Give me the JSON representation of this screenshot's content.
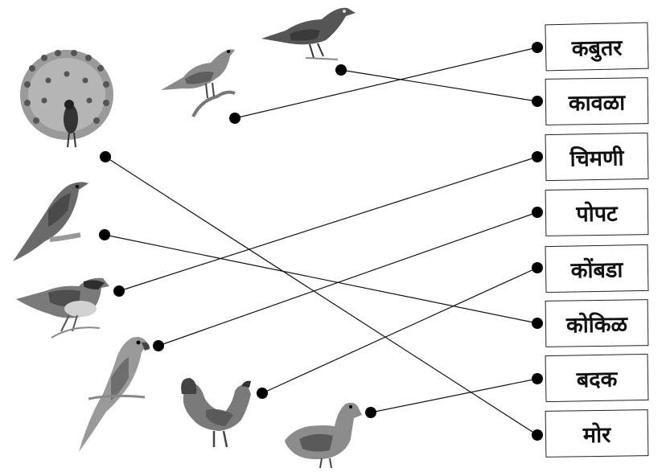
{
  "worksheet": {
    "labels": [
      "कबुतर",
      "कावळा",
      "चिमणी",
      "पोपट",
      "कोंबडा",
      "कोकिळ",
      "बदक",
      "मोर"
    ],
    "birds": [
      {
        "name": "peacock"
      },
      {
        "name": "pigeon"
      },
      {
        "name": "crow"
      },
      {
        "name": "koel"
      },
      {
        "name": "sparrow"
      },
      {
        "name": "parrot"
      },
      {
        "name": "rooster"
      },
      {
        "name": "duck"
      }
    ],
    "matches": [
      {
        "bird": "crow",
        "label": "कावळा"
      },
      {
        "bird": "pigeon",
        "label": "कबुतर"
      },
      {
        "bird": "peacock",
        "label": "मोर"
      },
      {
        "bird": "koel",
        "label": "कोकिळ"
      },
      {
        "bird": "sparrow",
        "label": "चिमणी"
      },
      {
        "bird": "parrot",
        "label": "पोपट"
      },
      {
        "bird": "rooster",
        "label": "कोंबडा"
      },
      {
        "bird": "duck",
        "label": "बदक"
      }
    ],
    "colors": {
      "ink": "#111111",
      "bird_dark": "#4a4a4a",
      "bird_mid": "#7a7a7a",
      "bird_light": "#b8b8b8"
    }
  }
}
